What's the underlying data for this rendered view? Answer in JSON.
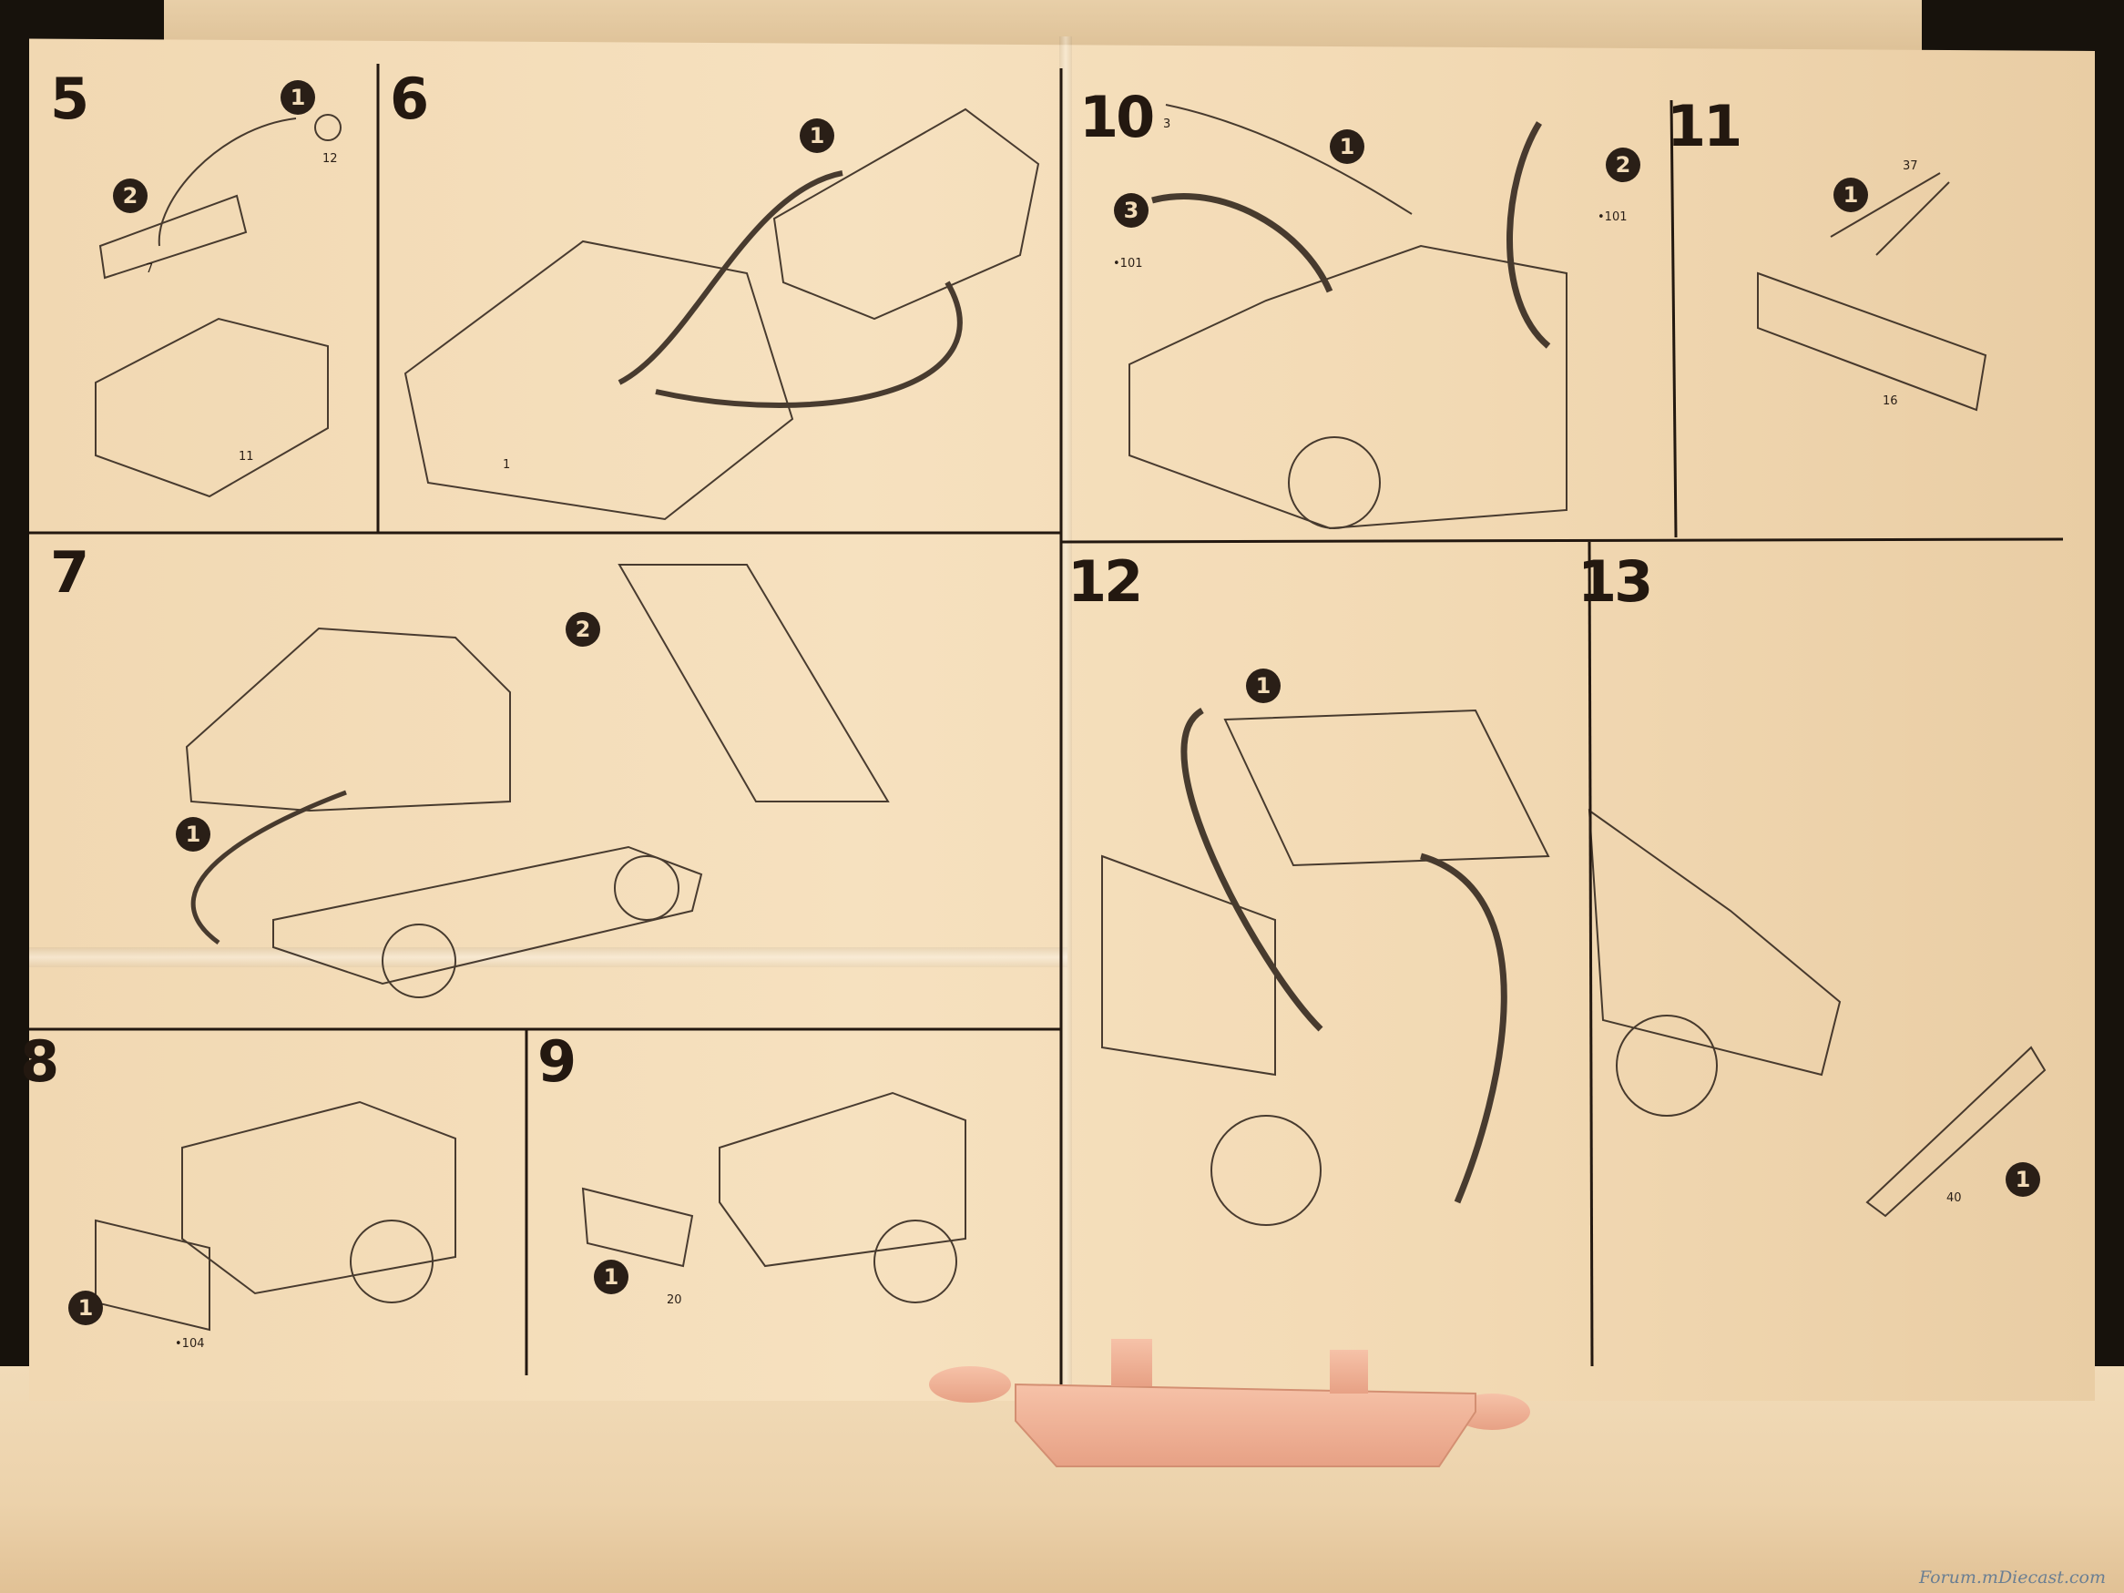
{
  "steps": [
    {
      "id": "step-5",
      "label": "5"
    },
    {
      "id": "step-6",
      "label": "6"
    },
    {
      "id": "step-10",
      "label": "10"
    },
    {
      "id": "step-11",
      "label": "11"
    },
    {
      "id": "step-7",
      "label": "7"
    },
    {
      "id": "step-12",
      "label": "12"
    },
    {
      "id": "step-13",
      "label": "13"
    },
    {
      "id": "step-8",
      "label": "8"
    },
    {
      "id": "step-9",
      "label": "9"
    }
  ],
  "callouts": {
    "one": "1",
    "two": "2",
    "three": "3"
  },
  "part_numbers": {
    "p12": "12",
    "p7": "7",
    "p11": "11",
    "p1": "1",
    "p3": "3",
    "p101a": "•101",
    "p101b": "•101",
    "p37": "37",
    "p16": "16",
    "p40": "40",
    "p104": "•104",
    "p20": "20"
  },
  "watermark": "Forum.mDiecast.com",
  "colors": {
    "paper": "#f4ddb9",
    "ink": "#231810",
    "plastic": "#f1b49a",
    "background": "#17120c"
  }
}
